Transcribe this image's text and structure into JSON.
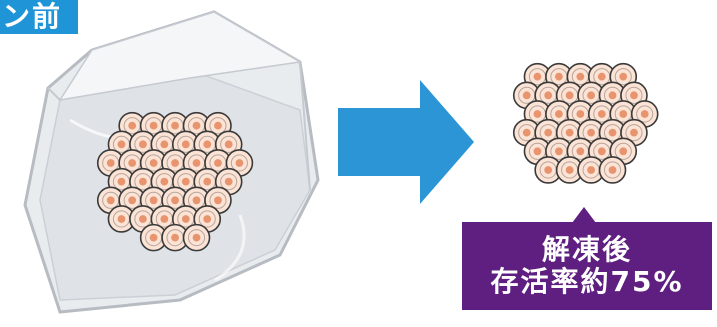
{
  "title": "前",
  "caption": {
    "line1": "解凍後",
    "line2": "存活率約75%"
  },
  "colors": {
    "title_bg": "#1f95d8",
    "arrow": "#2b95d6",
    "caption_bg": "#5e1f80",
    "cell_fill": "#fbe3d6",
    "cell_stroke": "#3a3a3a",
    "cell_nucleus": "#e8956f"
  },
  "icons": [
    "ice-cube-icon",
    "cell-cluster-icon",
    "right-arrow-icon"
  ]
}
